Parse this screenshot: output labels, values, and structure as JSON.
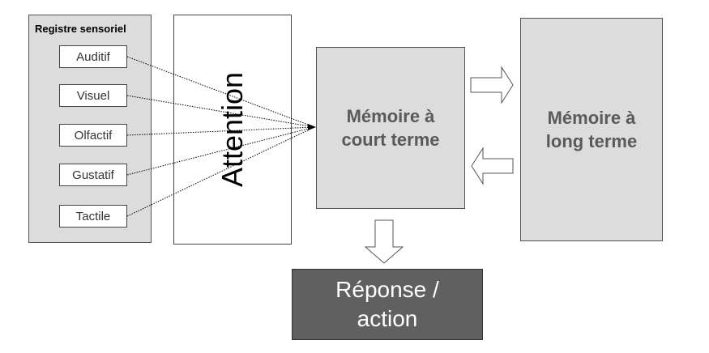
{
  "sensory_register": {
    "title": "Registre sensoriel",
    "senses": [
      "Auditif",
      "Visuel",
      "Olfactif",
      "Gustatif",
      "Tactile"
    ]
  },
  "attention": {
    "label": "Attention"
  },
  "short_term_memory": {
    "label": "Mémoire à\ncourt terme"
  },
  "long_term_memory": {
    "label": "Mémoire à\nlong terme"
  },
  "response": {
    "label": "Réponse /\naction"
  }
}
